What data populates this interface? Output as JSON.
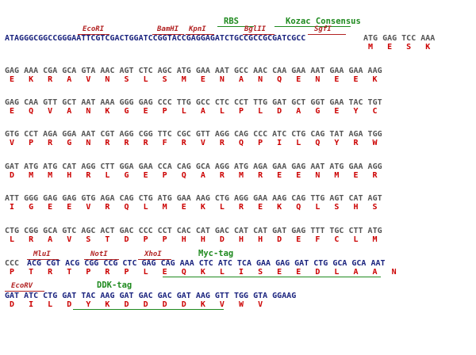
{
  "features": {
    "rbs": "RBS",
    "kozac": "Kozac Consensus",
    "myc_tag": "Myc-tag",
    "ddk_tag": "DDK-tag"
  },
  "sites": {
    "ecori": "EcoRI",
    "bamhi": "BamHI",
    "kpni": "KpnI",
    "bglii": "BglII",
    "sgfi": "SgfI",
    "mlui": "MluI",
    "noti": "NotI",
    "xhoi": "XhoI",
    "ecorv": "EcoRV"
  },
  "sequence": {
    "leader": "ATAGGGCGGCCGGGAATTCGTCGACTGGATCCGGTACCGAGGAGATCTGCCGCCGCGATCGCC",
    "rows": [
      {
        "blue": "",
        "gray": "ATG GAG TCC AAA",
        "aa": "M   E   S   K"
      },
      {
        "blue": "",
        "gray": "GAG AAA CGA GCA GTA AAC AGT CTC AGC ATG GAA AAT GCC AAC CAA GAA AAT GAA GAA AAG",
        "aa": "E   K   R   A   V   N   S   L   S   M   E   N   A   N   Q   E   N   E   E   K"
      },
      {
        "blue": "",
        "gray": "GAG CAA GTT GCT AAT AAA GGG GAG CCC TTG GCC CTC CCT TTG GAT GCT GGT GAA TAC TGT",
        "aa": "E   Q   V   A   N   K   G   E   P   L   A   L   P   L   D   A   G   E   Y   C"
      },
      {
        "blue": "",
        "gray": "GTG CCT AGA GGA AAT CGT AGG CGG TTC CGC GTT AGG CAG CCC ATC CTG CAG TAT AGA TGG",
        "aa": "V   P   R   G   N   R   R   R   F   R   V   R   Q   P   I   L   Q   Y   R   W"
      },
      {
        "blue": "",
        "gray": "GAT ATG ATG CAT AGG CTT GGA GAA CCA CAG GCA AGG ATG AGA GAA GAG AAT ATG GAA AGG",
        "aa": "D   M   M   H   R   L   G   E   P   Q   A   R   M   R   E   E   N   M   E   R"
      },
      {
        "blue": "",
        "gray": "ATT GGG GAG GAG GTG AGA CAG CTG ATG GAA AAG CTG AGG GAA AAG CAG TTG AGT CAT AGT",
        "aa": "I   G   E   E   V   R   Q   L   M   E   K   L   R   E   K   Q   L   S   H   S"
      },
      {
        "blue": "",
        "gray": "CTG CGG GCA GTC AGC ACT GAC CCC CCT CAC CAT GAC CAT CAT GAT GAG TTT TGC CTT ATG",
        "aa": "L   R   A   V   S   T   D   P   P   H   H   D   H   H   D   E   F   C   L   M"
      },
      {
        "blue": "ACG CGT ACG CGG CCG CTC GAG CAG AAA CTC ATC TCA GAA GAG GAT CTG GCA GCA AAT",
        "gray": "CCC",
        "aa": "P   T   R   T   P   R   P   L   E   Q   K   L   I   S   E   E   D   L   A   A   N"
      },
      {
        "blue": "GAT ATC CTG GAT TAC AAG GAT GAC GAC GAT AAG GTT TGG GTA GGAAG",
        "gray": "",
        "aa": "D   I   L   D   Y   K   D   D   D   D   K   V   W   V"
      }
    ]
  },
  "colors": {
    "dna_gray": "#555555",
    "dna_blue": "#1a237e",
    "amino_acid": "#cc0000",
    "restriction_site": "#b22222",
    "feature_label": "#1f8a1f"
  }
}
